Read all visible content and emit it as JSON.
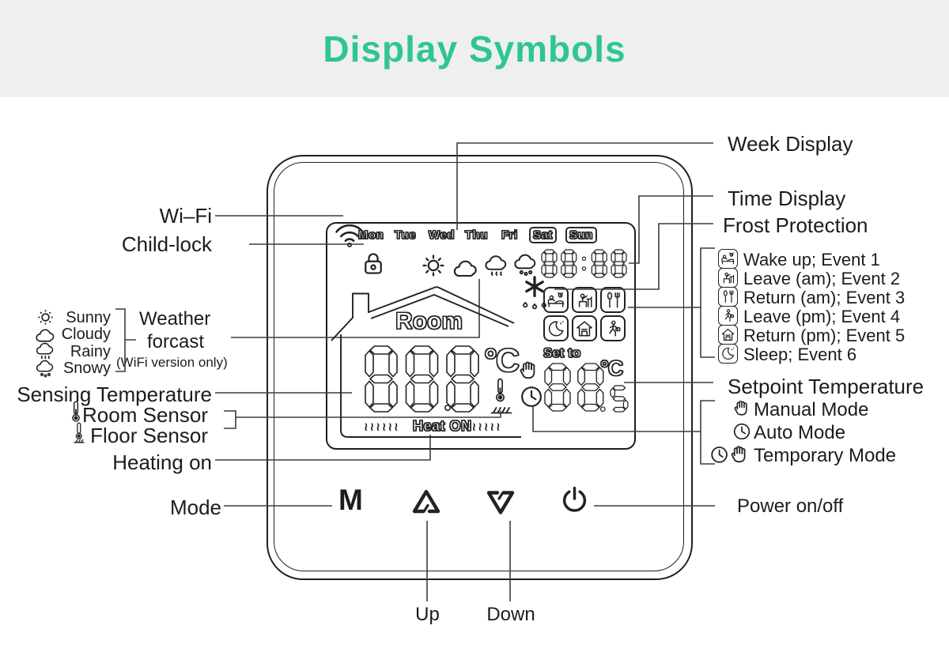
{
  "page": {
    "title": "Display Symbols"
  },
  "colors": {
    "accent_green": "#2fc690",
    "header_bg": "#efefef",
    "line_art": "#222222"
  },
  "lcd": {
    "days": [
      "Mon",
      "Tue",
      "Wed",
      "Thu",
      "Fri",
      "Sat",
      "Sun"
    ],
    "time": "88:88",
    "room": "Room",
    "current_temp": "888",
    "current_unit": "°C",
    "set_to": "Set to",
    "setpoint": "88",
    "setpoint_fraction": ".5",
    "setpoint_unit": "°C",
    "heat_on": "Heat ON",
    "squiggle": "≀≀≀≀≀≀",
    "event_grid_icons": [
      "bed",
      "desk",
      "cutlery",
      "sleep",
      "house",
      "walk"
    ],
    "icons": [
      "wifi-icon",
      "child-lock-icon",
      "sun-icon",
      "cloud-icon",
      "rain-icon",
      "snow-icon",
      "snowflake-icon",
      "hand-icon",
      "clock-icon",
      "room-thermometer-icon",
      "floor-hatch-icon"
    ]
  },
  "buttons": {
    "mode_label": "M",
    "up_icon": "up-tri",
    "down_icon": "down-tri",
    "power_icon": "power"
  },
  "left": {
    "wifi": "Wi–Fi",
    "child_lock": "Child-lock",
    "weather": {
      "items": [
        {
          "icon": "sundot",
          "label": "Sunny"
        },
        {
          "icon": "cloud",
          "label": "Cloudy"
        },
        {
          "icon": "rain",
          "label": "Rainy"
        },
        {
          "icon": "snow",
          "label": "Snowy"
        }
      ],
      "title_line1": "Weather",
      "title_line2": "forcast",
      "note": "(WiFi version only)"
    },
    "sensing": "Sensing Temperature",
    "room_sensor": "Room Sensor",
    "floor_sensor": "Floor Sensor",
    "heating_on": "Heating on",
    "mode": "Mode"
  },
  "right": {
    "week": "Week Display",
    "time": "Time Display",
    "frost": "Frost Protection",
    "events": [
      {
        "icon": "bed",
        "label": "Wake up; Event 1"
      },
      {
        "icon": "desk",
        "label": "Leave (am); Event 2"
      },
      {
        "icon": "cutlery",
        "label": "Return (am); Event 3"
      },
      {
        "icon": "walk",
        "label": "Leave (pm); Event 4"
      },
      {
        "icon": "house",
        "label": "Return (pm); Event 5"
      },
      {
        "icon": "sleep",
        "label": "Sleep; Event 6"
      }
    ],
    "setpoint": "Setpoint Temperature",
    "modes": [
      {
        "icon": "hand",
        "label": "Manual Mode"
      },
      {
        "icon": "clock",
        "label": "Auto Mode"
      },
      {
        "icon": "clock-hand",
        "label": "Temporary Mode"
      }
    ],
    "power": "Power on/off"
  },
  "bottom": {
    "up": "Up",
    "down": "Down"
  }
}
